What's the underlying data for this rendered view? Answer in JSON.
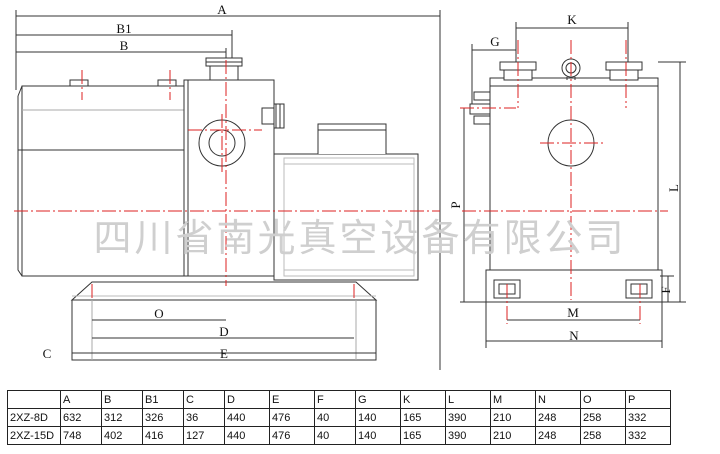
{
  "watermark": "四川省南光真空设备有限公司",
  "dimension_labels": {
    "A": "A",
    "B1": "B1",
    "B": "B",
    "C": "C",
    "D": "D",
    "E": "E",
    "O": "O",
    "P": "P",
    "K": "K",
    "G": "G",
    "L": "L",
    "M": "M",
    "N": "N",
    "F": "F"
  },
  "table": {
    "columns": [
      "",
      "A",
      "B",
      "B1",
      "C",
      "D",
      "E",
      "F",
      "G",
      "K",
      "L",
      "M",
      "N",
      "O",
      "P"
    ],
    "rows": [
      {
        "model": "2XZ-8D",
        "values": [
          "632",
          "312",
          "326",
          "36",
          "440",
          "476",
          "40",
          "140",
          "165",
          "390",
          "210",
          "248",
          "258",
          "332"
        ]
      },
      {
        "model": "2XZ-15D",
        "values": [
          "748",
          "402",
          "416",
          "127",
          "440",
          "476",
          "40",
          "140",
          "165",
          "390",
          "210",
          "248",
          "258",
          "332"
        ]
      }
    ]
  }
}
